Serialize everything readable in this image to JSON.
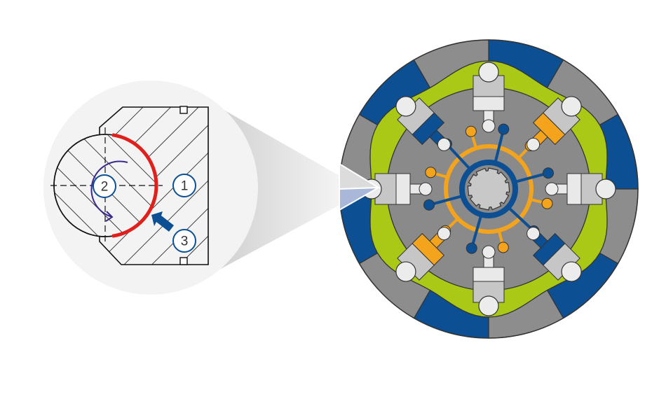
{
  "detail": {
    "labels": {
      "housing": "1",
      "rotor": "2",
      "pressure": "3"
    }
  },
  "colors": {
    "blue": "#0d4f93",
    "gray": "#8d8d8d",
    "green": "#a9c916",
    "orange": "#f4a41c",
    "light": "#e9e9e9",
    "body": "#c6c6c6",
    "seal": "#e0201c",
    "rotation": "#3a2a8c"
  }
}
